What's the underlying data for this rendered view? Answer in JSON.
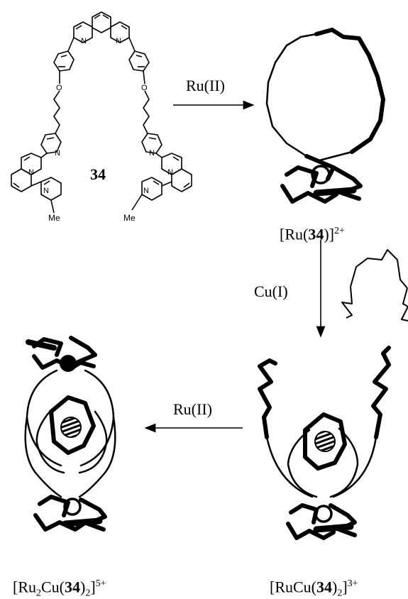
{
  "compound_number": "34",
  "atom_labels": {
    "nitrogen": "N",
    "oxygen": "O",
    "methyl": "Me"
  },
  "reagents": {
    "step1": "Ru(II)",
    "step2": "Cu(I)",
    "step3": "Ru(II)"
  },
  "products": {
    "ru34": {
      "pre": "[Ru(",
      "num": "34",
      "post": ")]",
      "charge": "2+"
    },
    "rucu": {
      "pre": "[RuCu(",
      "num": "34",
      "post": ")",
      "sub": "2",
      "post2": "]",
      "charge": "3+"
    },
    "ru2cu": {
      "pre": "[Ru",
      "sub1": "2",
      "mid": "Cu(",
      "num": "34",
      "post": ")",
      "sub2": "2",
      "post2": "]",
      "charge": "5+"
    }
  }
}
